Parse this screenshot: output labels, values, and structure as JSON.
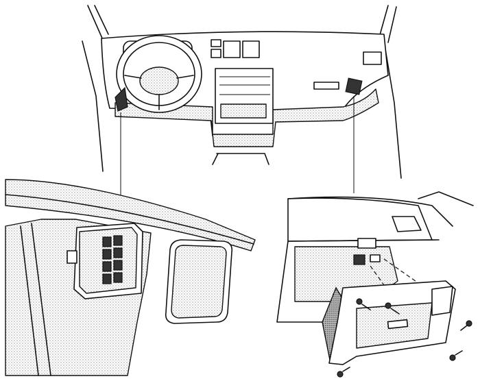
{
  "figure": {
    "views": [
      {
        "id": "dashboard-overview"
      },
      {
        "id": "left-fuse-box-detail"
      },
      {
        "id": "glove-box-removal-detail"
      }
    ],
    "colors": {
      "line": "#111111",
      "background": "#ffffff",
      "stipple": "#777777"
    }
  }
}
